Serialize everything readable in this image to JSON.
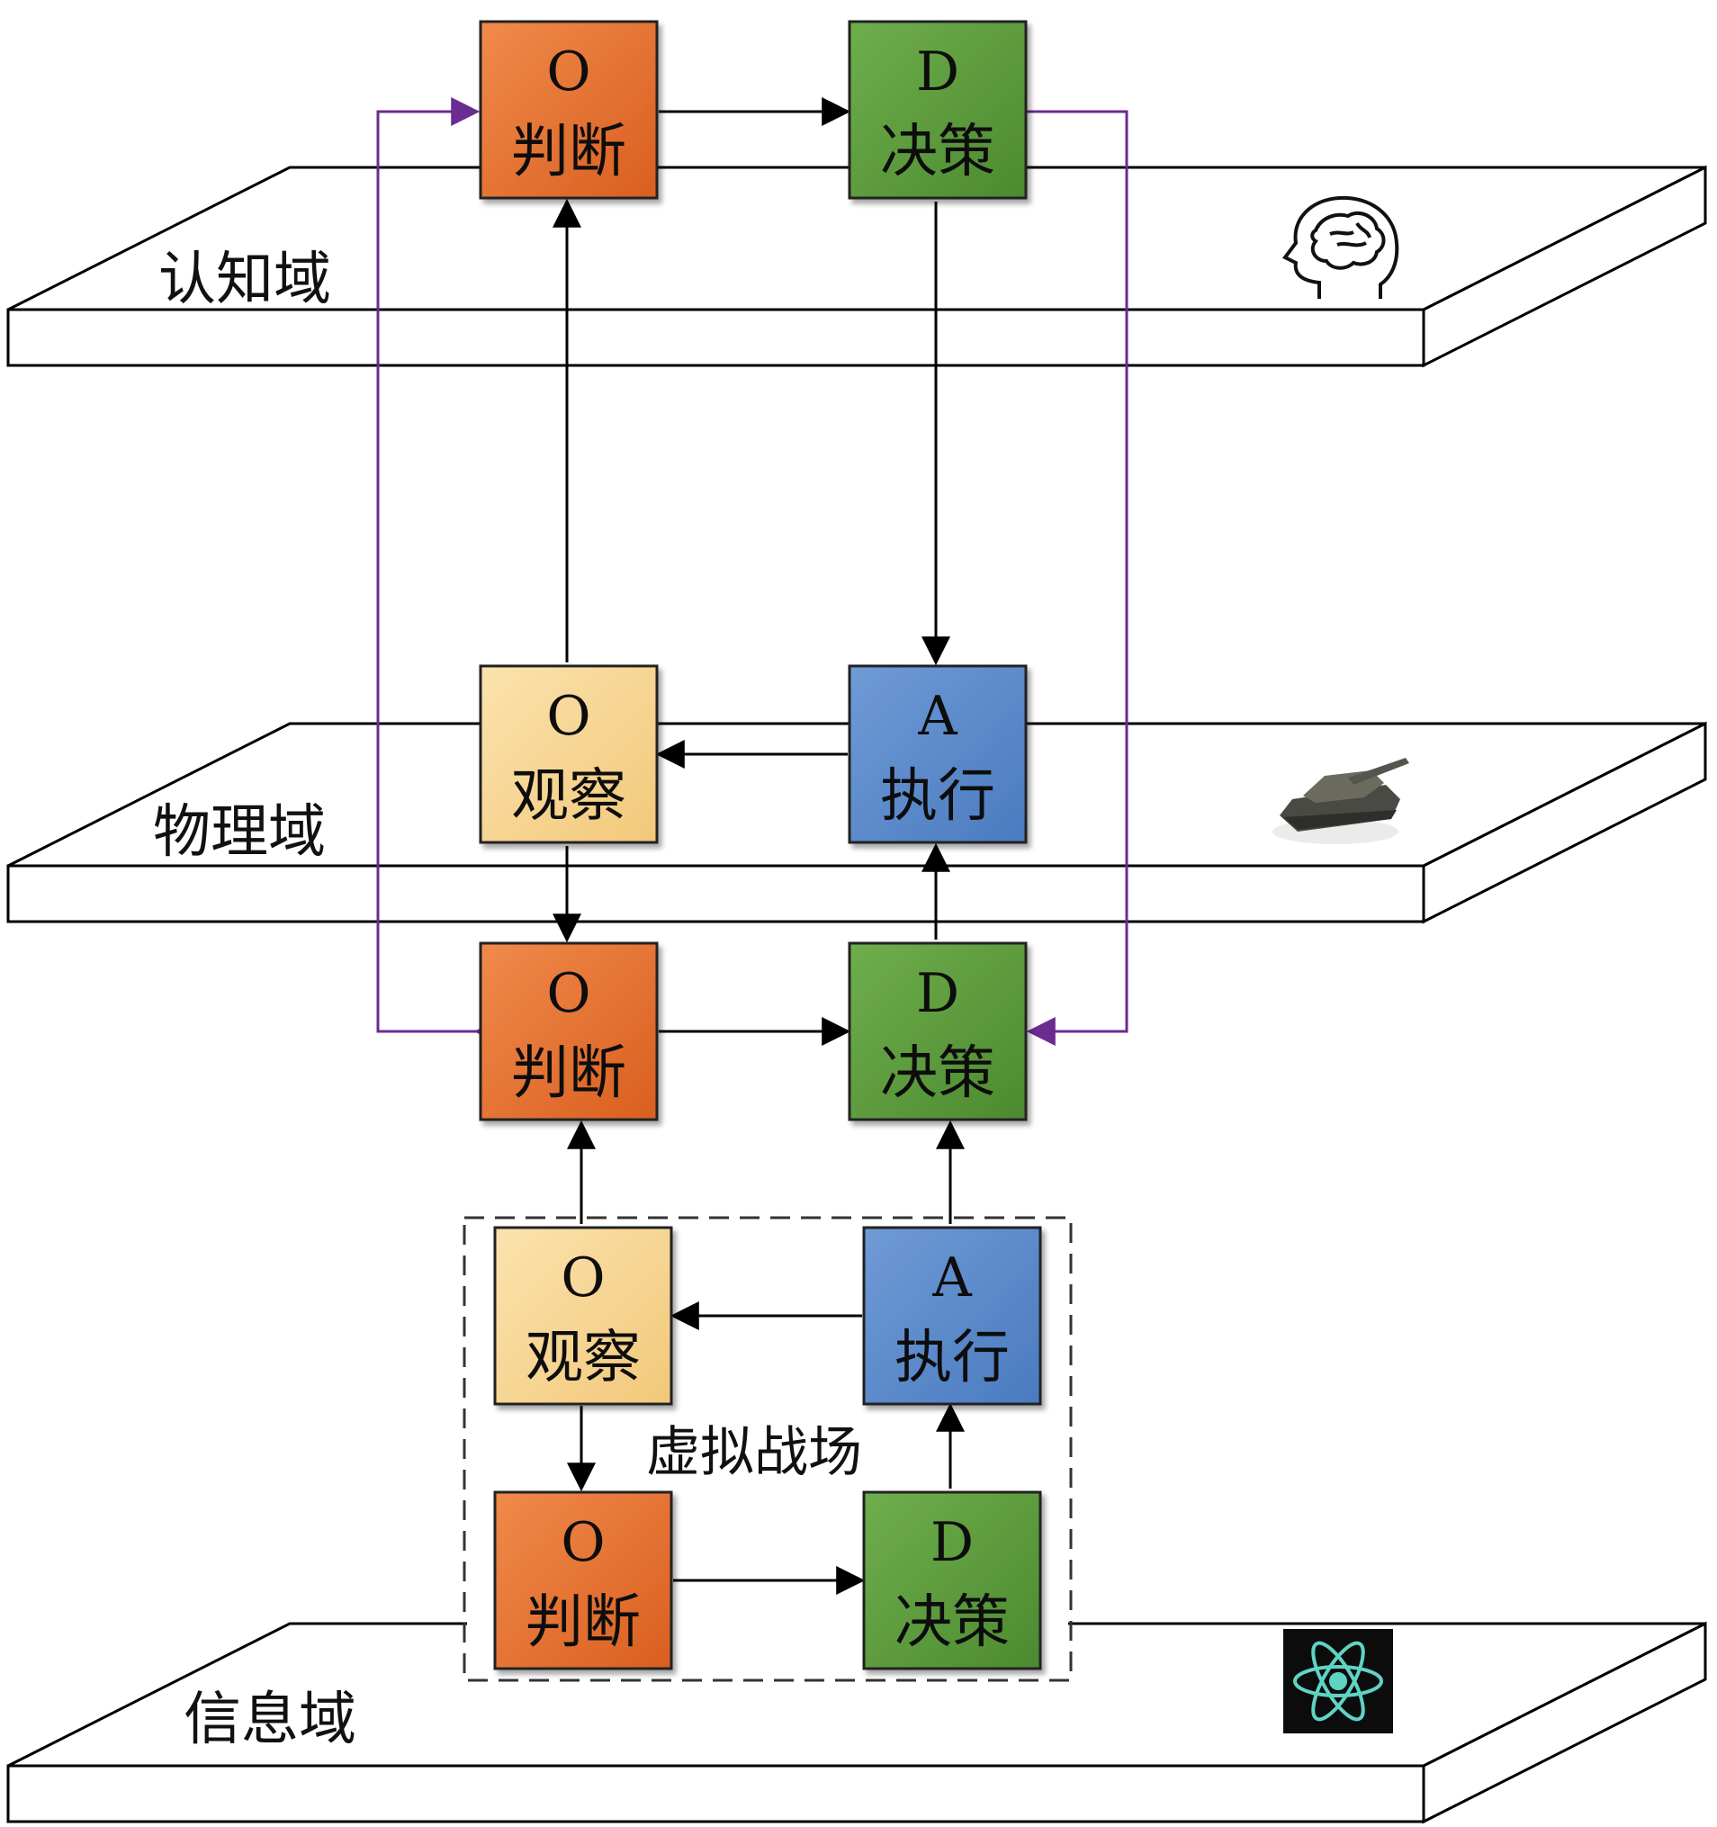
{
  "domains": {
    "cognitive": "认知域",
    "physical": "物理域",
    "information": "信息域"
  },
  "virtual_battlefield": "虚拟战场",
  "boxes": {
    "cog_orient": {
      "letter": "O",
      "word": "判断"
    },
    "cog_decide": {
      "letter": "D",
      "word": "决策"
    },
    "phy_observe": {
      "letter": "O",
      "word": "观察"
    },
    "phy_act": {
      "letter": "A",
      "word": "执行"
    },
    "mid_orient": {
      "letter": "O",
      "word": "判断"
    },
    "mid_decide": {
      "letter": "D",
      "word": "决策"
    },
    "vb_observe": {
      "letter": "O",
      "word": "观察"
    },
    "vb_act": {
      "letter": "A",
      "word": "执行"
    },
    "vb_orient": {
      "letter": "O",
      "word": "判断"
    },
    "vb_decide": {
      "letter": "D",
      "word": "决策"
    }
  },
  "icons": {
    "cognitive": "brain-head-icon",
    "physical": "tank-icon",
    "information": "atom-icon"
  },
  "colors": {
    "orient": "#e46c2c",
    "decide": "#5b9a3b",
    "observe": "#f8d58e",
    "act": "#5b8ccc",
    "purple_link": "#6a2c91"
  }
}
